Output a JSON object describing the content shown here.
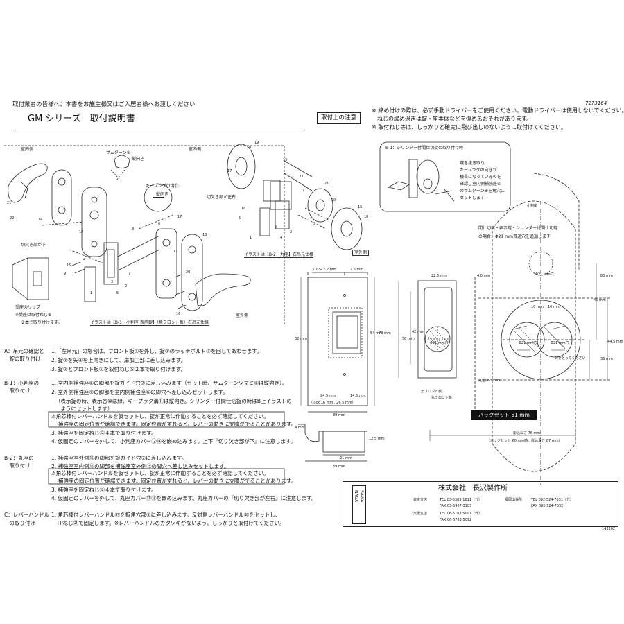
{
  "header": {
    "notice": "取付業者の皆様へ：本書をお施主様又はご入居者様へお渡しください",
    "code": "7273164",
    "title": "GM シリーズ　取付説明書",
    "caution_title": "取付上の注意",
    "cautions": [
      "※ 締め付けの際は、必ず手動ドライバーをご使用ください。電動ドライバーは使用しないでください。",
      "　ねじの締め過ぎは錠・座本体などを傷めるおそれがあります。",
      "※ 取付ねじ等は、しっかりと確実に飛び出しのないように取付けてください。"
    ]
  },
  "diagram_left": {
    "room_in": "室内側",
    "thumbturn": "サムターン⑧",
    "vertical": "縦向き",
    "keyplug": "キープラグの溝⑪",
    "keyplug_vertical": "縦向き",
    "notch_down": "切欠き部が下",
    "strike_lip": "受座のリップ",
    "strike_note1": "※受座は取付ねじ⑤",
    "strike_note2": "２本で取り付けます。",
    "room_out": "室外側",
    "caption": "イラストは【B-1：小判座 表示錠】（角フロント板）右吊元仕様",
    "numbers": [
      "21",
      "22",
      "14",
      "18",
      "4",
      "15",
      "9",
      "8",
      "6",
      "1",
      "3",
      "5",
      "2",
      "7",
      "17",
      "11",
      "13",
      "16",
      "20"
    ]
  },
  "diagram_mid": {
    "room_in": "室内側",
    "notch_lr": "切欠き部が左右",
    "caption": "イラストは【B-2：丸座】右吊元仕様",
    "room_out": "室外側",
    "numbers": [
      "19",
      "10",
      "17",
      "15",
      "11",
      "18",
      "5",
      "1",
      "9",
      "4",
      "2",
      "7",
      "3",
      "21",
      "20",
      "15",
      "10"
    ]
  },
  "b1_box": {
    "title": "B-1：シリンダー付間仕切錠の取り付け時",
    "lines": [
      "鍵を抜き取り",
      "キープラグの向きが",
      "横長になっているのを",
      "確認し室内側補強座⑥",
      "のサムターン⑧を角穴に",
      "セットします"
    ]
  },
  "dims": {
    "top1": "3.7 ～ 7.2 mm",
    "top2": "7.5 mm",
    "h32": "32 mm",
    "h54": "54 mm",
    "h70": "70 mm",
    "w245": "24.5 mm",
    "w145": "14.5 mm",
    "note16": "（lock 16 mm , 26.5 mm）",
    "w39": "39 mm",
    "h4": "4 mm",
    "h125": "12.5 mm",
    "w21": "21 mm",
    "w39b": "39 mm",
    "w225": "22.5 mm",
    "w40": "4.0 mm",
    "h58": "58 mm",
    "h42": "42 mm",
    "hole21": "Φ21 mm穴",
    "front_plate": "角フロント板",
    "round_front": "丸フロント板",
    "small_seat": "小判座",
    "partition_note1": "間仕切錠・表示錠・シリンダー付間仕切錠",
    "partition_note2": "の場合　Φ21 mm貫通穴を追加します",
    "phi21": "Φ21 mm穴",
    "h80": "80 mm",
    "h45": "45 mm",
    "h445": "44.5 mm",
    "h36": "36 mm",
    "w10a": "10 mm",
    "w10b": "10 mm",
    "phi21a": "Φ21 mm穴",
    "phi21b": "Φ21 mm穴",
    "cutout": "欠きとってください",
    "round_seat": "丸座Φ55 mm",
    "backset": "バックセット 51 mm",
    "depth76": "彫込深さ 76 mm",
    "depth_note": "（バックセット 60 mm時、彫込深さ 87 mm）"
  },
  "instructions": [
    {
      "label1": "A：吊元の確認と",
      "label2": "　錠の取り付け",
      "lines": [
        "1.「左吊元」の場合は、フロント板①を外し、錠②のラッチボルト③を回してあわせます。",
        "2. 錠②を矢④を上向きにして、扉加工部に差し込みます。",
        "3. 錠②とフロント板①を取付ねじ⑤２本で取り付けます。"
      ]
    },
    {
      "label1": "B-1：小判座の",
      "label2": "　取り付け",
      "lines": [
        "1. 室内側補強座⑥の脚部を錠ガイド穴⑦に差し込みます（セット時、サムターンツマミ⑧は縦向き）。",
        "2. 室外側補強座⑨の脚部を室内側補強座⑥の脚穴へ差し込みセットします。",
        "（表示錠の時、表示窓⑩は緑、キープラグ溝⑪は縦向き。シリンダー付間仕切錠の時はB上イラストの",
        "　ようにセットします）"
      ]
    },
    {
      "warn": true,
      "lines": [
        "角芯棒付レバーハンドルを仮セットし、錠が正常に作動することを必ず確認してください。",
        "補強座の固定位置が確認できます。固定位置がずれると、レバーの動きに支障がでることがあります。"
      ]
    },
    {
      "lines": [
        "3. 補強座を固定ねじ⑫４本で取り付けます。",
        "4. 仮固定のレバーを外して、小判座カバー⑬⑭を嵌め込みます。上下『切り欠き部が下』に注意します。"
      ]
    },
    {
      "label1": "B-2：丸座の",
      "label2": "　取り付け",
      "lines": [
        "1. 補強座室外側⑮の脚部を錠ガイド穴⑦に差し込みます。",
        "2. 補強座室内側⑯の脚部を補強座室外側⑮の脚穴へ差し込みセットします。"
      ]
    },
    {
      "warn": true,
      "lines": [
        "角芯棒付レバーハンドルを仮セットし、錠が正常に作動することを必ず確認してください。",
        "補強座の固定位置が確認できます。固定位置がずれると、レバーの動きに支障がでることがあります。"
      ]
    },
    {
      "lines": [
        "3. 補強座を固定ねじ⑫４本で取り付けます。",
        "4. 仮固定のレバーを外して、丸座カバー⑰⑱を嵌め込みます。丸座カバーの『切り欠き部が左右』に注意します。"
      ]
    },
    {
      "label1": "C：レバーハンドル",
      "label2": "　の取り付け",
      "lines": [
        "1. 角芯棒付レバーハンドル⑲を錠角穴部②に差し込みます。反対側レバーハンドル⑳をセットし、",
        "　TPねじ㉑で固定します。※レバーハンドルのガタツキがないよう、しっかりと取付けてください。"
      ]
    }
  ],
  "company": {
    "logo1": "NAGA",
    "logo2": "SAWA",
    "name": "株式会社　長沢製作所",
    "tokyo_label": "東京支店",
    "tokyo_tel": "TEL 03-5383-1811（代）",
    "tokyo_fax": "FAX 03-5967-3103",
    "osaka_label": "大阪支店",
    "osaka_tel": "TEL 06-6783-5091（代）",
    "osaka_fax": "FAX 06-6783-5092",
    "fukuoka_label": "福岡出張所",
    "fukuoka_tel": "TEL 092-524-7031（代）",
    "fukuoka_fax": "FAX 092-524-7032",
    "docno": "143202"
  }
}
